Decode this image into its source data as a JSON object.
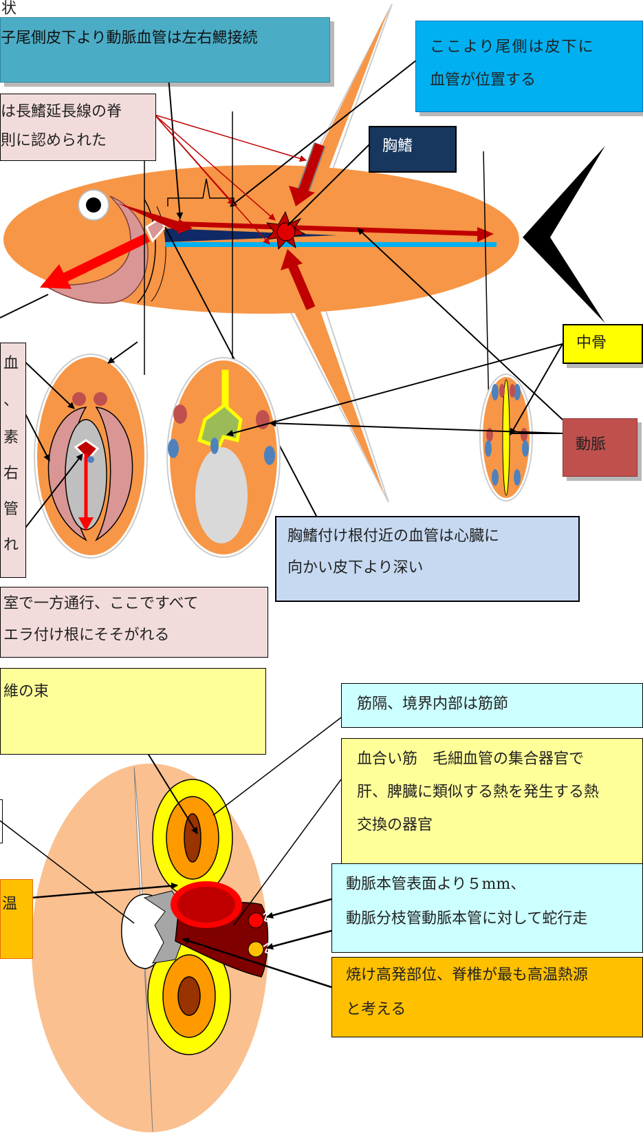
{
  "colors": {
    "fish_body": "#f79646",
    "tail": "#000000",
    "artery_line": "#c00000",
    "vessel_dark": "#0f2a66",
    "vessel_light": "#00b0f0",
    "gill": "#d99694",
    "box_teal": "#4bacc6",
    "box_cyan": "#00b0f0",
    "box_pink": "#f2dcdb",
    "box_navy": "#17375e",
    "box_yellow": "#ffff00",
    "box_red": "#c0504d",
    "box_lightblue": "#c6d9f1",
    "box_lightyellow": "#ffff99",
    "box_aqua": "#ccffff",
    "box_orange": "#ffc000",
    "muscle_outer": "#ffff00",
    "muscle_mid": "#ff9900",
    "muscle_inner": "#993300",
    "bloody_muscle": "#800000",
    "cross_section_bg": "#fac090"
  },
  "labels": {
    "top_fragment": "状",
    "teal_box": "子尾側皮下より動脈血管は左右鰓接続",
    "cyan_box_line1": "ここより尾側は皮下に",
    "cyan_box_line2": "血管が位置する",
    "pink_box_line1": "は長鰭延長線の脊",
    "pink_box_line2": "則に認められた",
    "pectoral_fin": "胸鰭",
    "backbone": "中骨",
    "artery": "動脈",
    "left_box_lines": [
      "血",
      "、",
      "素",
      "右",
      "管",
      "れ"
    ],
    "pectoral_note_line1": "胸鰭付け根付近の血管は心臓に",
    "pectoral_note_line2": "向かい皮下より深い",
    "heart_note_line1": "室で一方通行、ここですべて",
    "heart_note_line2": "エラ付け根にそそがれる",
    "fiber_box": "維の束",
    "septum_box": "筋隔、境界内部は筋節",
    "bloody_box_line1": "血合い筋　毛細血管の集合器官で",
    "bloody_box_line2": "肝、脾臓に類似する熱を発生する熱",
    "bloody_box_line3": "交換の器官",
    "left_orange_box": "温",
    "artery_depth_line1": "動脈本管表面より５mm、",
    "artery_depth_line2": "動脈分枝管動脈本管に対して蛇行走",
    "burn_box_line1": "焼け高発部位、脊椎が最も高温熱源",
    "burn_box_line2": "と考える"
  }
}
